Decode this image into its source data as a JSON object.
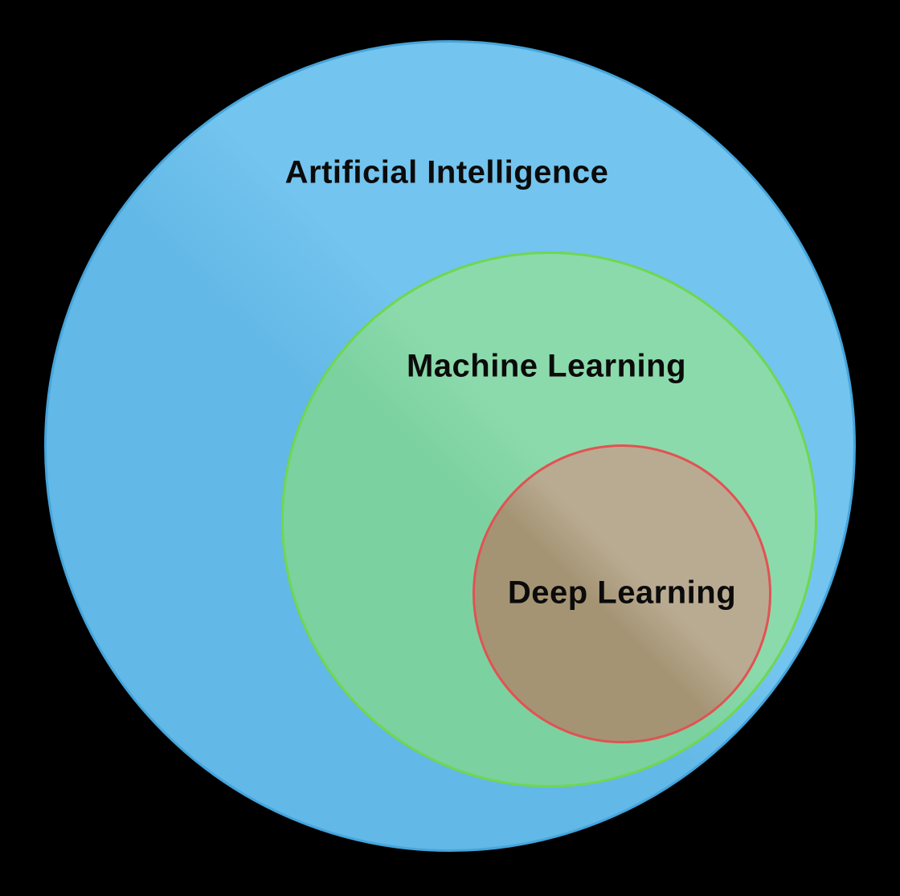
{
  "diagram": {
    "background_color": "#000000",
    "text_color": "#0b0b0b",
    "circles": [
      {
        "id": "artificial-intelligence",
        "label": "Artificial Intelligence",
        "fill_dark": "#62b8e6",
        "fill_light": "#73c4ee",
        "border_color": "#45a5dc"
      },
      {
        "id": "machine-learning",
        "label": "Machine Learning",
        "fill_dark": "#7cd1a0",
        "fill_light": "#8bdaab",
        "border_color": "#6fd750"
      },
      {
        "id": "deep-learning",
        "label": "Deep Learning",
        "fill_dark": "#a59474",
        "fill_light": "#b9ab92",
        "border_color": "#e25252"
      }
    ]
  }
}
